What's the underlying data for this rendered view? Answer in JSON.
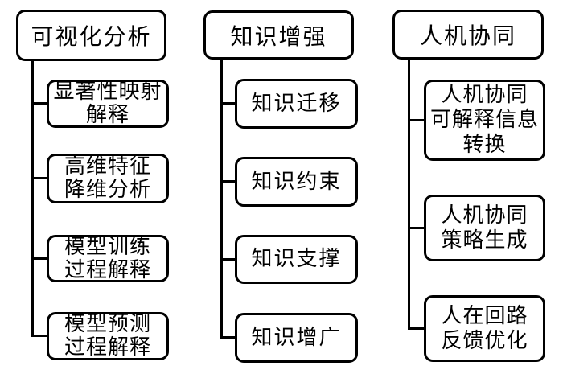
{
  "diagram_title": "可解释人工智能方法分类",
  "colors": {
    "border": "#000000",
    "background": "#ffffff",
    "text": "#000000",
    "connector": "#000000"
  },
  "columns": [
    {
      "header": "可视化分析",
      "items": [
        "显著性映射\n解释",
        "高维特征\n降维分析",
        "模型训练\n过程解释",
        "模型预测\n过程解释"
      ]
    },
    {
      "header": "知识增强",
      "items": [
        "知识迁移",
        "知识约束",
        "知识支撑",
        "知识增广"
      ]
    },
    {
      "header": "人机协同",
      "items": [
        "人机协同\n可解释信息\n转换",
        "人机协同\n策略生成",
        "人在回路\n反馈优化"
      ]
    }
  ]
}
